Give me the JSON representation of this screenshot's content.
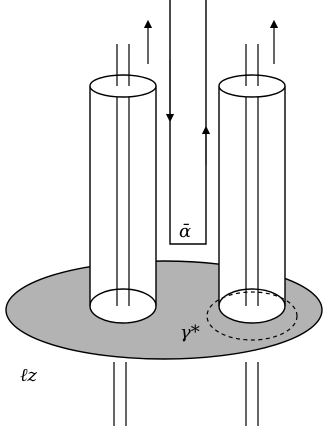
{
  "diagram": {
    "labels": {
      "alpha_bar": "ᾱ",
      "gamma_star": "γ*",
      "ell_z": "ℓz"
    },
    "colors": {
      "disk_fill": "#b3b3b3",
      "line": "#000000",
      "background": "#ffffff"
    }
  }
}
